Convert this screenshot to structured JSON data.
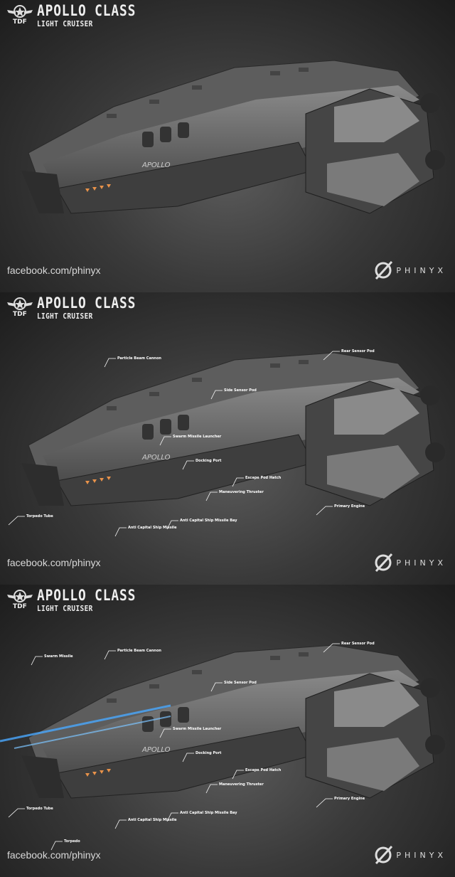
{
  "panels": [
    {
      "title": "APOLLO CLASS",
      "subtitle": "LIGHT CRUISER",
      "emblem": "TDF",
      "hull_name": "APOLLO",
      "footer": "facebook.com/phinyx",
      "brand": "PHINYX",
      "labels": []
    },
    {
      "title": "APOLLO CLASS",
      "subtitle": "LIGHT CRUISER",
      "emblem": "TDF",
      "hull_name": "APOLLO",
      "footer": "facebook.com/phinyx",
      "brand": "PHINYX",
      "labels": [
        "Particle Beam Cannon",
        "Rear Sensor Pod",
        "Side Sensor Pod",
        "Swarm Missile Launcher",
        "Docking Port",
        "Escape Pod Hatch",
        "Maneuvering Thruster",
        "Primary Engine",
        "Torpedo Tube",
        "Anti Capital Ship Missile",
        "Anti Capital Ship Missile Bay"
      ]
    },
    {
      "title": "APOLLO CLASS",
      "subtitle": "LIGHT CRUISER",
      "emblem": "TDF",
      "hull_name": "APOLLO",
      "footer": "facebook.com/phinyx",
      "brand": "PHINYX",
      "labels": [
        "Particle Beam Cannon",
        "Rear Sensor Pod",
        "Side Sensor Pod",
        "Swarm Missile Launcher",
        "Docking Port",
        "Escape Pod Hatch",
        "Maneuvering Thruster",
        "Primary Engine",
        "Torpedo Tube",
        "Anti Capital Ship Missile",
        "Anti Capital Ship Missile Bay",
        "Swarm Missile",
        "Torpedo"
      ]
    }
  ],
  "colors": {
    "accent": "#e8924a",
    "beam": "#4aa8ff",
    "hull": "#6e6e6e"
  }
}
